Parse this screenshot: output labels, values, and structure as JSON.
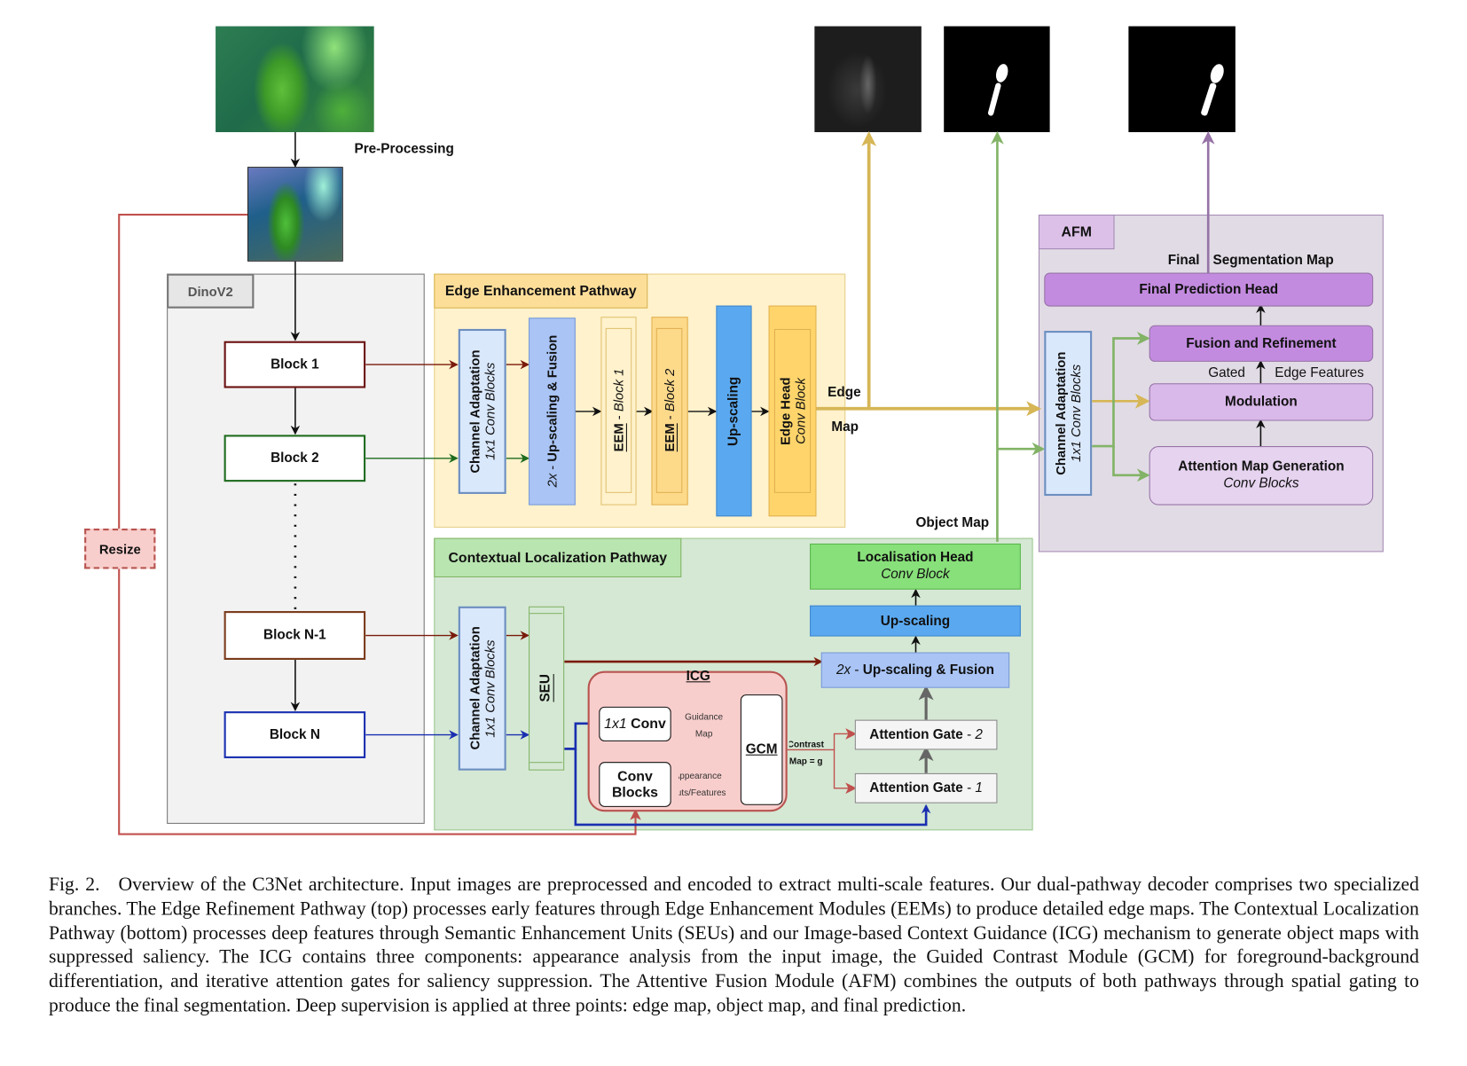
{
  "figure": {
    "preprocessing_label": "Pre-Processing",
    "resize_label": "Resize",
    "encoder": {
      "title": "DinoV2",
      "blocks": [
        "Block 1",
        "Block 2",
        "Block N-1",
        "Block N"
      ]
    },
    "edge_pathway": {
      "title": "Edge Enhancement Pathway",
      "channel_adaptation": {
        "title": "Channel Adaptation",
        "subtitle": "1x1 Conv Blocks"
      },
      "upscale_fusion": {
        "prefix": "2x",
        "title": "Up-scaling & Fusion"
      },
      "eem_blocks": [
        {
          "name": "EEM",
          "suffix": "Block 1"
        },
        {
          "name": "EEM",
          "suffix": "Block 2"
        }
      ],
      "upscaling": "Up-scaling",
      "edge_head": {
        "title": "Edge Head",
        "subtitle": "Conv Block"
      },
      "output_label_line1": "Edge",
      "output_label_line2": "Map"
    },
    "context_pathway": {
      "title": "Contextual Localization Pathway",
      "channel_adaptation": {
        "title": "Channel Adaptation",
        "subtitle": "1x1 Conv Blocks"
      },
      "seu": "SEU",
      "icg": {
        "title": "ICG",
        "conv1x1_prefix": "1x1",
        "conv1x1_title": "Conv",
        "conv_blocks": "Conv Blocks",
        "guidance_label_1": "Guidance",
        "guidance_label_2": "Map",
        "appearance_label_1": "Appearance",
        "appearance_label_2": "Cuts/Features",
        "gcm": "GCM"
      },
      "contrast_label_1": "Contrast",
      "contrast_label_2": "Map = g",
      "attention_gates": [
        {
          "title": "Attention Gate",
          "index": "2"
        },
        {
          "title": "Attention Gate",
          "index": "1"
        }
      ],
      "upscale_fusion": {
        "prefix": "2x",
        "title": "Up-scaling & Fusion"
      },
      "upscaling": "Up-scaling",
      "localisation_head": {
        "title": "Localisation Head",
        "subtitle": "Conv Block"
      },
      "output_label": "Object Map"
    },
    "afm": {
      "title": "AFM",
      "output_label_1": "Final",
      "output_label_2": "Segmentation Map",
      "final_head": "Final Prediction Head",
      "channel_adaptation": {
        "title": "Channel Adaptation",
        "subtitle": "1x1 Conv Blocks"
      },
      "fusion": "Fusion and Refinement",
      "gated_label": "Gated",
      "edge_features_label": "Edge Features",
      "modulation": "Modulation",
      "attention_map": {
        "title": "Attention Map Generation",
        "subtitle": "Conv Blocks"
      }
    },
    "outputs": [
      "edge-map",
      "object-map",
      "final-segmentation-map"
    ],
    "colors": {
      "edge_pathway_bg": "#fff2cc",
      "context_pathway_bg": "#d5e8d4",
      "afm_bg": "#e1d5e7",
      "encoder_bg": "#f2f2f2",
      "icg_bg": "#f8cecc",
      "edge_arrow": "#d6b656",
      "object_arrow": "#82b366",
      "final_arrow": "#9673a6"
    }
  },
  "caption": {
    "label": "Fig. 2.",
    "text": "Overview of the C3Net architecture. Input images are preprocessed and encoded to extract multi-scale features. Our dual-pathway decoder comprises two specialized branches. The Edge Refinement Pathway (top) processes early features through Edge Enhancement Modules (EEMs) to produce detailed edge maps. The Contextual Localization Pathway (bottom) processes deep features through Semantic Enhancement Units (SEUs) and our Image-based Context Guidance (ICG) mechanism to generate object maps with suppressed saliency. The ICG contains three components: appearance analysis from the input image, the Guided Contrast Module (GCM) for foreground-background differentiation, and iterative attention gates for saliency suppression. The Attentive Fusion Module (AFM) combines the outputs of both pathways through spatial gating to produce the final segmentation. Deep supervision is applied at three points: edge map, object map, and final prediction."
  }
}
